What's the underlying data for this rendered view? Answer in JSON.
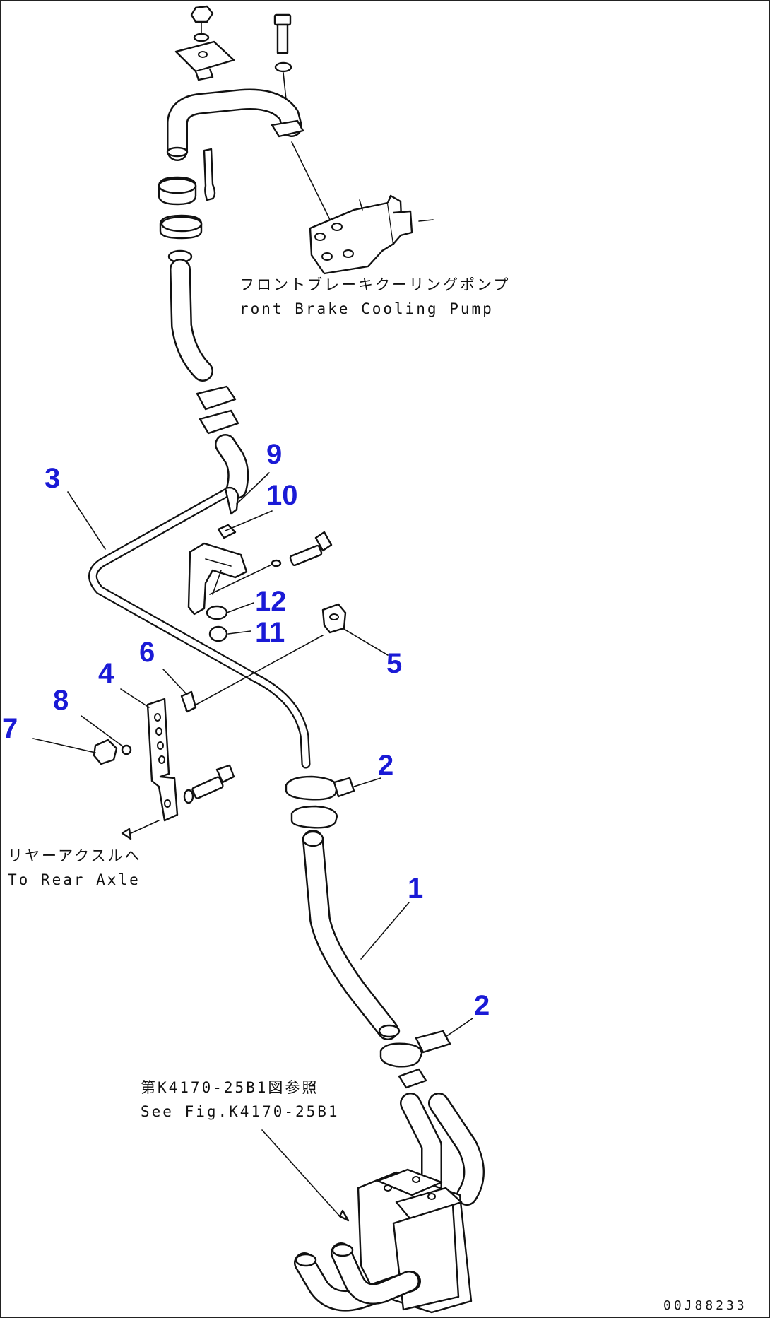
{
  "callouts": [
    "1",
    "2",
    "2",
    "3",
    "4",
    "5",
    "6",
    "7",
    "8",
    "9",
    "10",
    "11",
    "12"
  ],
  "notes": {
    "pump_jp": "フロントブレーキクーリングポンプ",
    "pump_en": "ront Brake Cooling Pump",
    "axle_jp": "リヤーアクスルへ",
    "axle_en": "To Rear Axle",
    "fig_jp": "第K4170-25B1図参照",
    "fig_en": "See Fig.K4170-25B1"
  },
  "drawing_code": "00J88233",
  "colors": {
    "callout": "#1a1ad6",
    "line": "#111111",
    "background": "#ffffff"
  }
}
